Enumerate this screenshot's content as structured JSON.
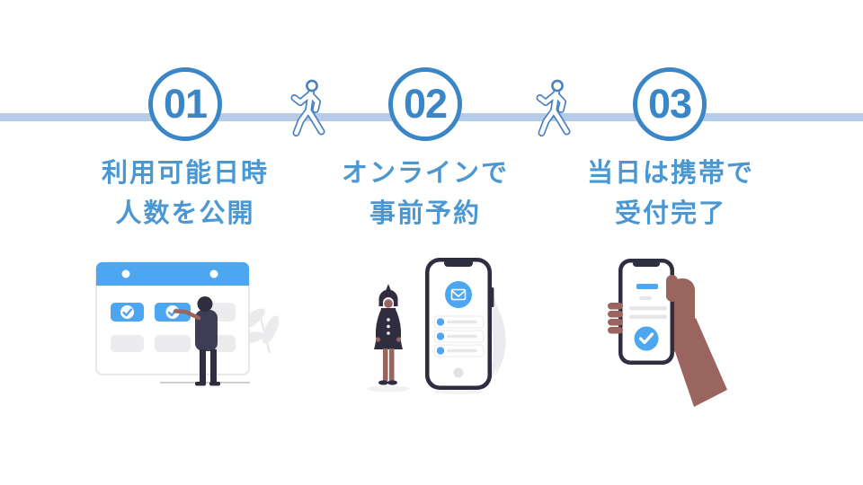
{
  "slide": {
    "background": "#ffffff"
  },
  "colors": {
    "slide_bg": "#ffffff",
    "accent_blue": "#3a86c6",
    "label_blue": "#4a97d2",
    "line_blue": "#b7cce6",
    "walker_blue": "#4a82c0",
    "illus_blue": "#4da6f0",
    "dark_navy": "#2f2e41",
    "mid_navy": "#3f3d56",
    "skin": "#9a645f",
    "light_gray": "#ececee",
    "leaf_gray": "#ebebed"
  },
  "steps": [
    {
      "number": "01",
      "label_line1": "利用可能日時",
      "label_line2": "人数を公開",
      "illustration": "calendar-schedule-with-person"
    },
    {
      "number": "02",
      "label_line1": "オンラインで",
      "label_line2": "事前予約",
      "illustration": "woman-booking-on-smartphone"
    },
    {
      "number": "03",
      "label_line1": "当日は携帯で",
      "label_line2": "受付完了",
      "illustration": "hand-holding-phone-with-checkmark"
    }
  ],
  "connector_icons": [
    "walking-person",
    "walking-person"
  ]
}
